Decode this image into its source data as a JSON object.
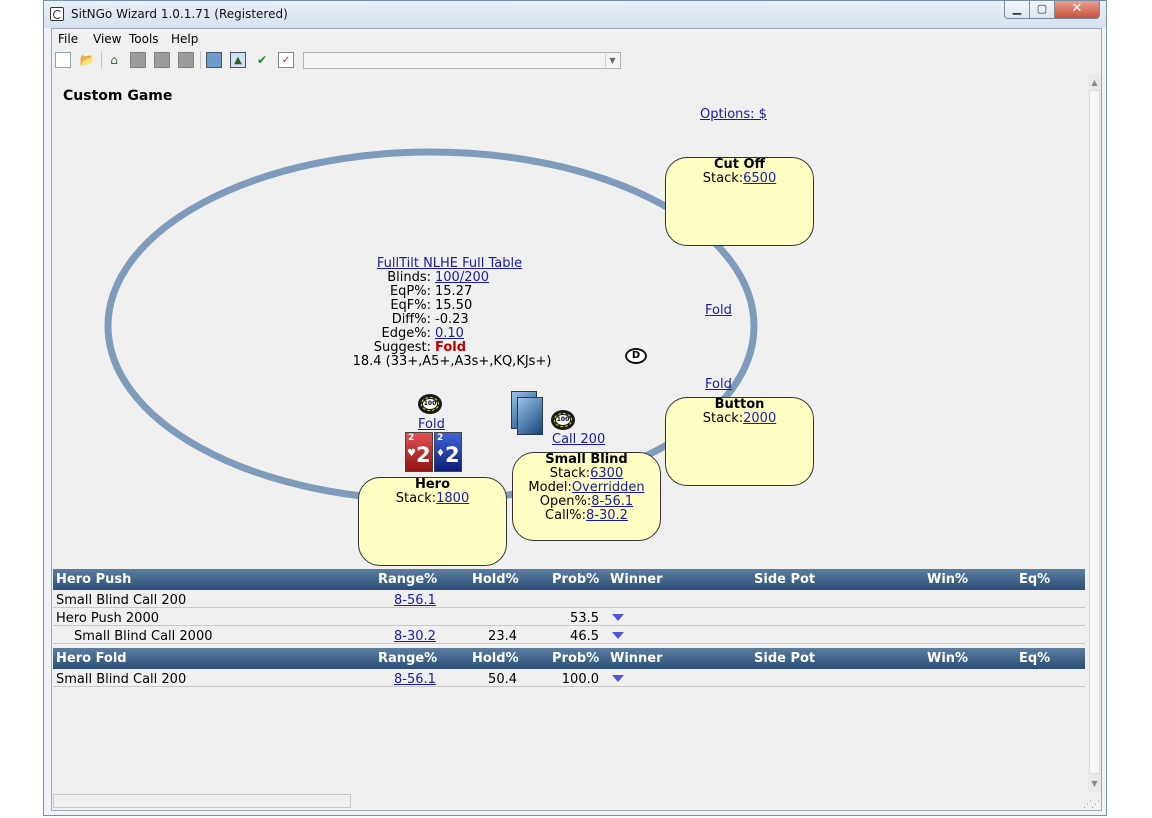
{
  "window": {
    "title": "SitNGo Wizard 1.0.1.71 (Registered)",
    "min_label": "▭",
    "max_label": "▢",
    "close_label": "✕"
  },
  "menu": [
    "File",
    "View",
    "Tools",
    "Help"
  ],
  "page": {
    "title": "Custom Game",
    "options_link": "Options: $"
  },
  "table_info": {
    "name": "FullTilt NLHE Full Table",
    "rows": [
      {
        "label": "Blinds:",
        "value": "100/200",
        "link": true
      },
      {
        "label": "EqP%:",
        "value": "15.27",
        "link": false
      },
      {
        "label": "EqF%:",
        "value": "15.50",
        "link": false
      },
      {
        "label": "Diff%:",
        "value": "-0.23",
        "link": false
      },
      {
        "label": "Edge%:",
        "value": "0.10",
        "link": true
      }
    ],
    "suggest_label": "Suggest:",
    "suggest_value": "Fold",
    "range_text": "18.4 (33+,A5+,A3s+,KQ,KJs+)"
  },
  "seats": {
    "cutoff": {
      "name": "Cut Off",
      "stack_label": "Stack:",
      "stack": "6500"
    },
    "button": {
      "name": "Button",
      "stack_label": "Stack:",
      "stack": "2000",
      "action_above": "Fold",
      "action_table": "Fold"
    },
    "small_blind": {
      "name": "Small Blind",
      "stack_label": "Stack:",
      "stack": "6300",
      "model_label": "Model:",
      "model": "Overridden",
      "open_label": "Open%:",
      "open": "8-56.1",
      "call_label": "Call%:",
      "call": "8-30.2",
      "action": "Call 200"
    },
    "hero": {
      "name": "Hero",
      "stack_label": "Stack:",
      "stack": "1800",
      "action": "Fold",
      "cards": [
        {
          "rank": "2",
          "suit": "♥",
          "color": "red"
        },
        {
          "rank": "2",
          "suit": "♦",
          "color": "blue"
        }
      ]
    }
  },
  "chips": {
    "label": "100"
  },
  "dealer_label": "D",
  "hero_push": {
    "headers": [
      "Hero Push",
      "Range%",
      "Hold%",
      "Prob%",
      "Winner",
      "Side Pot",
      "Win%",
      "Eq%"
    ],
    "rows": [
      {
        "name": "Small Blind Call 200",
        "range": "8-56.1",
        "hold": "",
        "prob": "",
        "winner": false,
        "indent": false
      },
      {
        "name": "Hero Push 2000",
        "range": "",
        "hold": "",
        "prob": "53.5",
        "winner": true,
        "indent": false
      },
      {
        "name": "Small Blind Call 2000",
        "range": "8-30.2",
        "hold": "23.4",
        "prob": "46.5",
        "winner": true,
        "indent": true
      }
    ]
  },
  "hero_fold": {
    "headers": [
      "Hero Fold",
      "Range%",
      "Hold%",
      "Prob%",
      "Winner",
      "Side Pot",
      "Win%",
      "Eq%"
    ],
    "rows": [
      {
        "name": "Small Blind Call 200",
        "range": "8-56.1",
        "hold": "50.4",
        "prob": "100.0",
        "winner": true,
        "indent": false
      }
    ]
  },
  "colors": {
    "table_rim": "#7f9bbb",
    "seat_fill": "#ffffc4",
    "link": "#1a1aa8",
    "suggest": "#c00000",
    "header_dark": "#2b4f76"
  }
}
